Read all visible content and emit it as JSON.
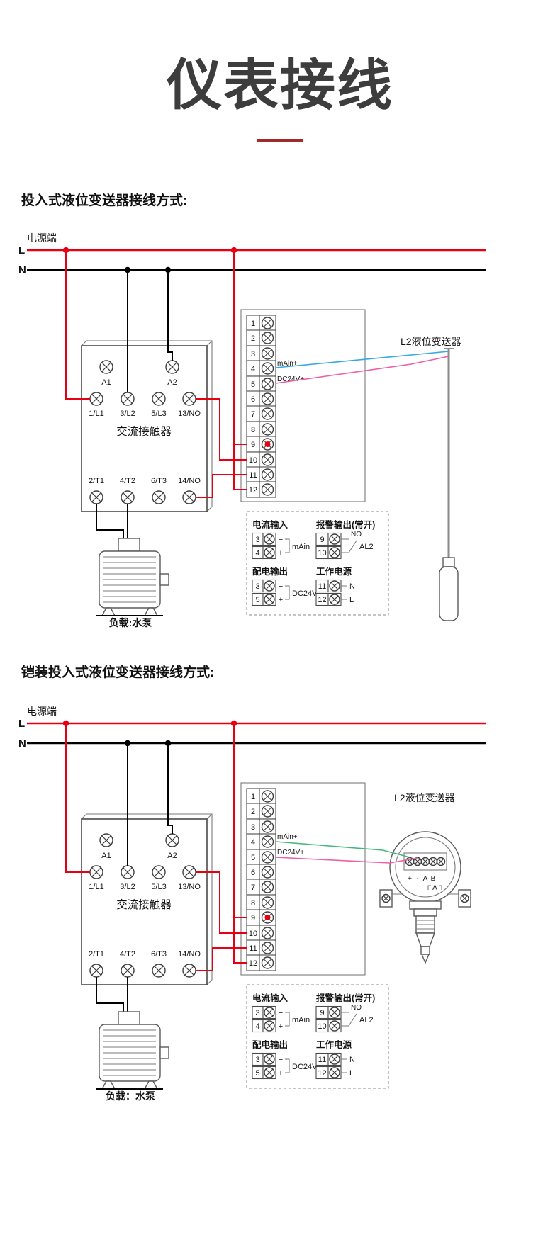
{
  "page": {
    "title": "仪表接线"
  },
  "sections": [
    {
      "heading": "投入式液位变送器接线方式:",
      "power": {
        "label": "电源端",
        "live": "L",
        "neutral": "N"
      },
      "contactor": {
        "title": "交流接触器",
        "coil_terminals": [
          "A1",
          "A2"
        ],
        "input_terminals": [
          "1/L1",
          "3/L2",
          "5/L3",
          "13/NO"
        ],
        "output_terminals": [
          "2/T1",
          "4/T2",
          "6/T3",
          "14/NO"
        ]
      },
      "load_label": "负载:水泵",
      "terminal_strip": {
        "numbers": [
          "1",
          "2",
          "3",
          "4",
          "5",
          "6",
          "7",
          "8",
          "9",
          "10",
          "11",
          "12"
        ],
        "t4_label": "mAin+",
        "t5_label": "DC24V+"
      },
      "transmitter": {
        "label": "L2液位变送器"
      },
      "legend": {
        "current_input": {
          "title": "电流输入",
          "n1": "3",
          "s1": "−",
          "n2": "4",
          "s2": "+",
          "label": "mAin"
        },
        "alarm_output": {
          "title": "报警输出(常开)",
          "n1": "9",
          "n2": "10",
          "contact": "NO",
          "label": "AL2"
        },
        "dist_output": {
          "title": "配电输出",
          "n1": "3",
          "s1": "−",
          "n2": "5",
          "s2": "+",
          "label": "DC24V"
        },
        "work_power": {
          "title": "工作电源",
          "n1": "11",
          "l1": "N",
          "n2": "12",
          "l2": "L"
        }
      },
      "colors": {
        "live_wire": "#e60012",
        "neutral_wire": "#000000",
        "signal_wire_1": "#35a8e0",
        "signal_wire_2": "#ee5fa7"
      }
    },
    {
      "heading": "铠装投入式液位变送器接线方式:",
      "power": {
        "label": "电源端",
        "live": "L",
        "neutral": "N"
      },
      "contactor": {
        "title": "交流接触器",
        "coil_terminals": [
          "A1",
          "A2"
        ],
        "input_terminals": [
          "1/L1",
          "3/L2",
          "5/L3",
          "13/NO"
        ],
        "output_terminals": [
          "2/T1",
          "4/T2",
          "6/T3",
          "14/NO"
        ]
      },
      "load_label": "负载：水泵",
      "terminal_strip": {
        "numbers": [
          "1",
          "2",
          "3",
          "4",
          "5",
          "6",
          "7",
          "8",
          "9",
          "10",
          "11",
          "12"
        ],
        "t4_label": "mAin+",
        "t5_label": "DC24V+"
      },
      "transmitter": {
        "label": "L2液位变送器",
        "head_terminals": [
          "+",
          "-",
          "A",
          "B"
        ],
        "jumper_label": "A"
      },
      "legend": {
        "current_input": {
          "title": "电流输入",
          "n1": "3",
          "s1": "−",
          "n2": "4",
          "s2": "+",
          "label": "mAin"
        },
        "alarm_output": {
          "title": "报警输出(常开)",
          "n1": "9",
          "n2": "10",
          "contact": "NO",
          "label": "AL2"
        },
        "dist_output": {
          "title": "配电输出",
          "n1": "3",
          "s1": "−",
          "n2": "5",
          "s2": "+",
          "label": "DC24V"
        },
        "work_power": {
          "title": "工作电源",
          "n1": "11",
          "l1": "N",
          "n2": "12",
          "l2": "L"
        }
      },
      "colors": {
        "live_wire": "#e60012",
        "neutral_wire": "#000000",
        "signal_wire_1": "#44b87c",
        "signal_wire_2": "#ee5fa7"
      }
    }
  ]
}
